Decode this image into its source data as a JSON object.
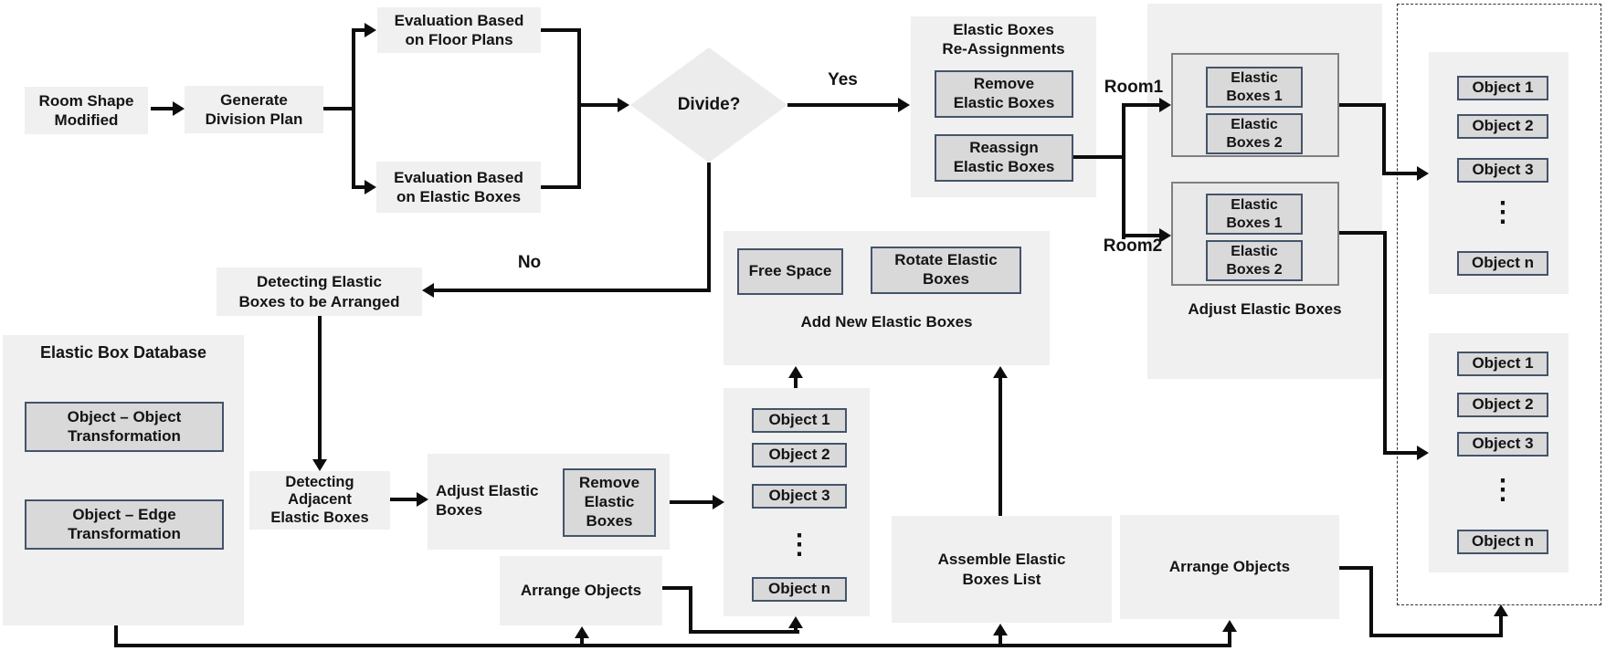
{
  "colors": {
    "container_fill": "#f0f0f0",
    "box_fill": "#d9d9d9",
    "box_border": "#44546a",
    "group_fill": "#e9e9e9",
    "group_border": "#808080",
    "line": "#0d0d0d",
    "diamond_fill": "#ececec"
  },
  "nodes": {
    "room_shape": "Room Shape\nModified",
    "generate": "Generate\nDivision Plan",
    "eval_floor": "Evaluation Based\non Floor Plans",
    "eval_elastic": "Evaluation Based\non Elastic Boxes",
    "divide": "Divide?",
    "detect_arranged": "Detecting Elastic\nBoxes  to be Arranged",
    "detect_adjacent": "Detecting\nAdjacent\nElastic Boxes",
    "arrange1": "Arrange Objects",
    "assemble": "Assemble Elastic\nBoxes List",
    "arrange2": "Arrange Objects"
  },
  "edge_labels": {
    "yes": "Yes",
    "no": "No",
    "room1": "Room1",
    "room2": "Room2"
  },
  "reassignments": {
    "title": "Elastic Boxes\nRe-Assignments",
    "remove": "Remove\nElastic Boxes",
    "reassign": "Reassign\nElastic Boxes"
  },
  "add_new": {
    "caption": "Add New Elastic Boxes",
    "free_space": "Free Space",
    "rotate": "Rotate Elastic\nBoxes"
  },
  "adjust_mid": {
    "label": "Adjust Elastic\nBoxes",
    "remove": "Remove\nElastic\nBoxes"
  },
  "database": {
    "title": "Elastic Box Database",
    "box1": "Object – Object\nTransformation",
    "box2": "Object – Edge\nTransformation"
  },
  "adjust_right": {
    "caption": "Adjust Elastic Boxes",
    "room_groups": [
      {
        "box1": "Elastic\nBoxes 1",
        "box2": "Elastic\nBoxes 2"
      },
      {
        "box1": "Elastic\nBoxes 1",
        "box2": "Elastic\nBoxes 2"
      }
    ]
  },
  "object_list": {
    "items": [
      "Object 1",
      "Object 2",
      "Object 3"
    ],
    "ellipsis": "⋮",
    "last": "Object n"
  }
}
